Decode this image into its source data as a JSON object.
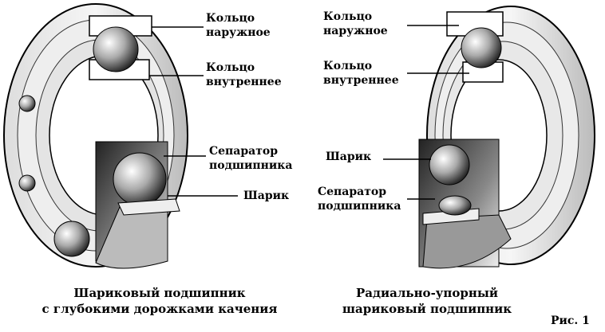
{
  "left_bearing": {
    "labels": {
      "outer_ring": [
        "Кольцо",
        "наружное"
      ],
      "inner_ring": [
        "Кольцо",
        "внутреннее"
      ],
      "cage": [
        "Сепаратор",
        "подшипника"
      ],
      "ball": "Шарик"
    },
    "caption": [
      "Шариковый подшипник",
      "с глубокими дорожками качения"
    ]
  },
  "right_bearing": {
    "labels": {
      "outer_ring": [
        "Кольцо",
        "наружное"
      ],
      "inner_ring": [
        "Кольцо",
        "внутреннее"
      ],
      "ball": "Шарик",
      "cage": [
        "Сепаратор",
        "подшипника"
      ]
    },
    "caption": [
      "Радиально-упорный",
      "шариковый подшипник"
    ]
  },
  "figure_label": "Рис. 1"
}
